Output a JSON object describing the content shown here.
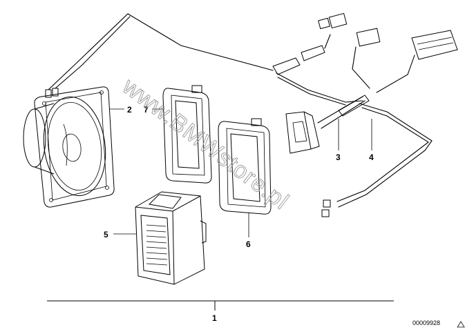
{
  "watermark": "www.BMWstore.pl",
  "document_number": "00009928",
  "parts": [
    {
      "id": "1",
      "label": "1"
    },
    {
      "id": "2",
      "label": "2"
    },
    {
      "id": "3",
      "label": "3"
    },
    {
      "id": "4",
      "label": "4"
    },
    {
      "id": "5",
      "label": "5"
    },
    {
      "id": "6",
      "label": "6"
    },
    {
      "id": "7",
      "label": "7"
    }
  ],
  "icons": {
    "corner_mark": "triangle-icon"
  }
}
